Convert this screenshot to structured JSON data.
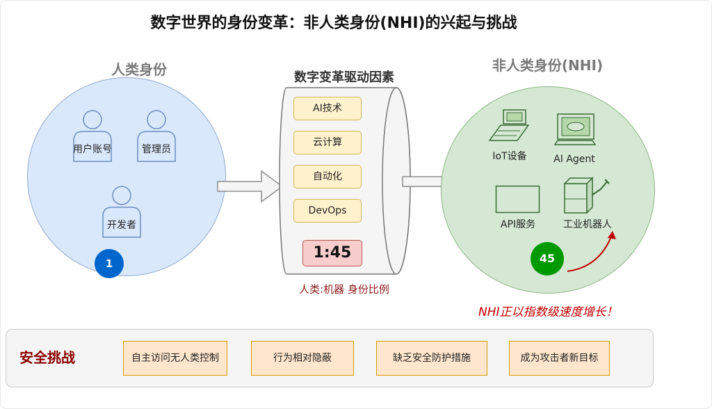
{
  "title": "数字世界的身份变革：非人类身份(NHI)的兴起与挑战",
  "human": {
    "heading": "人类身份",
    "users": [
      {
        "label": "用户账号",
        "icon": "user-icon"
      },
      {
        "label": "管理员",
        "icon": "user-icon"
      },
      {
        "label": "开发者",
        "icon": "user-icon"
      }
    ],
    "count": "1"
  },
  "drivers": {
    "heading": "数字变革驱动因素",
    "items": [
      "AI技术",
      "云计算",
      "自动化",
      "DevOps"
    ],
    "ratio": "1:45",
    "ratio_caption": "人类:机器 身份比例"
  },
  "nhi": {
    "heading": "非人类身份(NHI)",
    "items": [
      {
        "label": "IoT设备",
        "icon": "iot-device-icon"
      },
      {
        "label": "AI Agent",
        "icon": "ai-agent-icon"
      },
      {
        "label": "API服务",
        "icon": "api-service-icon"
      },
      {
        "label": "工业机器人",
        "icon": "industrial-robot-icon"
      }
    ],
    "count": "45",
    "growth_text": "NHI正以指数级速度增长！"
  },
  "security": {
    "heading": "安全挑战",
    "items": [
      "自主访问无人类控制",
      "行为相对隐蔽",
      "缺乏安全防护措施",
      "成为攻击者新目标"
    ]
  },
  "colors": {
    "human_fill": "#dae8fc",
    "nhi_fill": "#d5e8d4",
    "driver_fill": "#fff2cc",
    "ratio_fill": "#f8cecc",
    "challenge_fill": "#ffe6cc",
    "human_badge": "#0066cc",
    "nhi_badge": "#009900",
    "alert_red": "#c00000"
  }
}
